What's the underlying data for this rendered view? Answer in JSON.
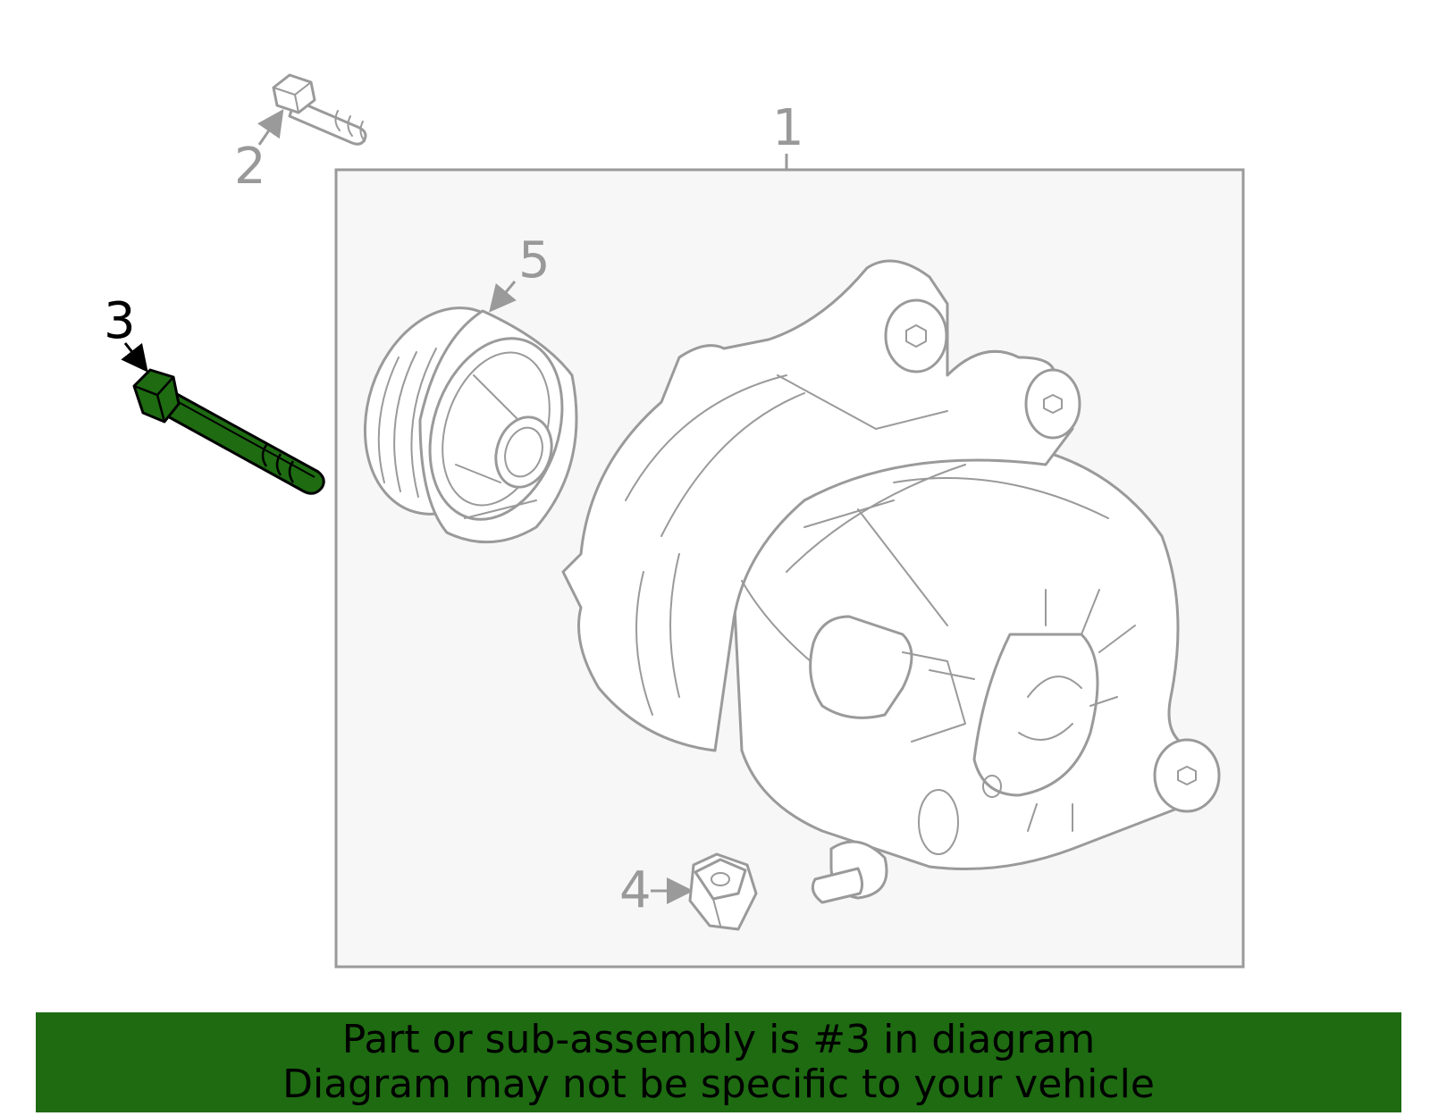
{
  "callouts": {
    "c1": "1",
    "c2": "2",
    "c3": "3",
    "c4": "4",
    "c5": "5"
  },
  "highlight_color": "#1e6b12",
  "banner": {
    "line1": "Part or sub-assembly is #3 in diagram",
    "line2": "Diagram may not be specific to your vehicle"
  }
}
